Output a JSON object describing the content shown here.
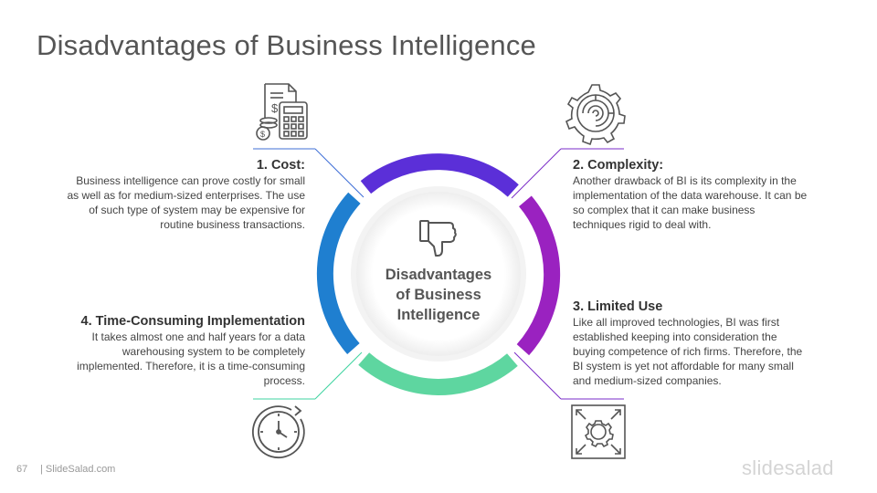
{
  "slide": {
    "title": "Disadvantages of Business Intelligence",
    "page_number": "67",
    "site": "| SlideSalad.com",
    "brand": "slidesalad"
  },
  "center": {
    "icon": "thumbs-down-icon",
    "lines": [
      "Disadvantages",
      "of Business",
      "Intelligence"
    ]
  },
  "colors": {
    "cost": "#3f6fd6",
    "complexity": "#8a2bd0",
    "limited_use": "#8a2bd0",
    "time_consuming": "#3fd3a0",
    "ring_top": "#5b2fd8",
    "ring_right": "#9a22c0",
    "ring_bottom": "#5ed6a0",
    "ring_left": "#1f7fd0"
  },
  "items": [
    {
      "key": "cost",
      "heading": "1. Cost:",
      "icon": "cost-calculator-icon",
      "lines": [
        "Business intelligence can prove costly for small",
        "as well as for medium-sized  enterprises. The use",
        "of such type of system may be expensive for",
        "routine business transactions."
      ]
    },
    {
      "key": "complexity",
      "heading": "2. Complexity:",
      "icon": "gear-maze-icon",
      "lines": [
        "Another drawback of BI is its complexity in the",
        "implementation  of the data warehouse.  It can be",
        "so complex that it can make business",
        "techniques rigid to deal with."
      ]
    },
    {
      "key": "limited_use",
      "heading": "3. Limited Use",
      "icon": "gear-arrows-icon",
      "lines": [
        "Like all improved technologies, BI was first",
        "established keeping into consideration  the",
        "buying competence of rich firms. Therefore, the",
        "BI system is yet not affordable  for many small",
        "and medium-sized  companies."
      ]
    },
    {
      "key": "time_consuming",
      "heading": "4. Time-Consuming Implementation",
      "icon": "stopwatch-icon",
      "lines": [
        "It takes almost one and half years for a data",
        "warehousing  system to be completely",
        "implemented.  Therefore, it is a time-consuming",
        "process."
      ]
    }
  ]
}
